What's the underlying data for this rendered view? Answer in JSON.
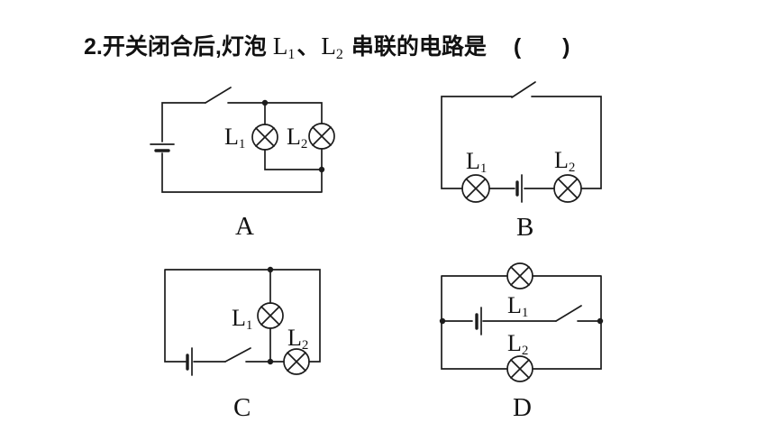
{
  "question": {
    "prefix": "2.",
    "text_before": "开关闭合后,灯泡",
    "lamp_a": {
      "base": "L",
      "sub": "1"
    },
    "separator": "、",
    "lamp_b": {
      "base": "L",
      "sub": "2"
    },
    "text_after": "串联的电路是",
    "paren_open": "(",
    "paren_close": ")"
  },
  "options": {
    "A": {
      "letter": "A",
      "lamp1": {
        "base": "L",
        "sub": "1"
      },
      "lamp2": {
        "base": "L",
        "sub": "2"
      }
    },
    "B": {
      "letter": "B",
      "lamp1": {
        "base": "L",
        "sub": "1"
      },
      "lamp2": {
        "base": "L",
        "sub": "2"
      }
    },
    "C": {
      "letter": "C",
      "lamp1": {
        "base": "L",
        "sub": "1"
      },
      "lamp2": {
        "base": "L",
        "sub": "2"
      }
    },
    "D": {
      "letter": "D",
      "lamp1": {
        "base": "L",
        "sub": "1"
      },
      "lamp2": {
        "base": "L",
        "sub": "2"
      }
    }
  },
  "symbols": {
    "lamp": "circle-with-diagonal-cross",
    "battery": "long-and-short-parallel-lines",
    "switch": "open-knife-switch",
    "junction": "filled-dot"
  },
  "colors": {
    "ink": "#1c1c1c",
    "background": "#ffffff"
  }
}
